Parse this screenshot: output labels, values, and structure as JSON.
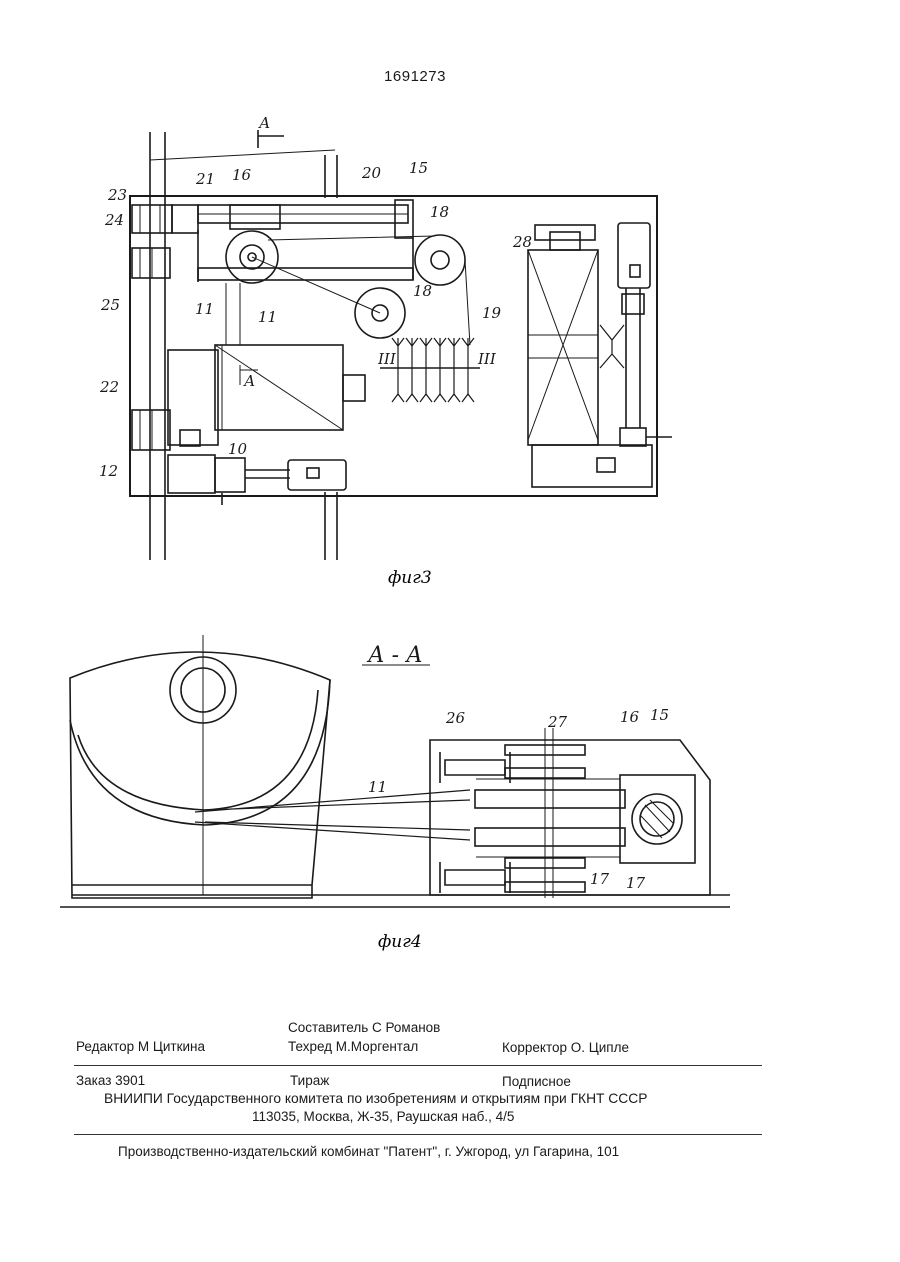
{
  "patent_number": "1691273",
  "figures": {
    "fig3": {
      "caption": "фиг3",
      "section_mark": "А",
      "inner_mark": "А",
      "labels": [
        "23",
        "24",
        "21",
        "16",
        "20",
        "15",
        "18",
        "18",
        "28",
        "25",
        "11",
        "11",
        "19",
        "22",
        "10",
        "12",
        "III",
        "III"
      ]
    },
    "fig4": {
      "caption": "фиг4",
      "section_title": "А - А",
      "labels": [
        "26",
        "27",
        "16",
        "15",
        "11",
        "17",
        "17"
      ]
    }
  },
  "imprint": {
    "compiler": "Составитель С Романов",
    "editor": "Редактор М Циткина",
    "techred": "Техред М.Моргентал",
    "corrector": "Корректор О. Ципле",
    "order": "Заказ 3901",
    "circulation": "Тираж",
    "subscription": "Подписное",
    "institute": "ВНИИПИ Государственного комитета по изобретениям и открытиям при ГКНТ СССР",
    "address": "113035, Москва, Ж-35, Раушская наб., 4/5",
    "publisher": "Производственно-издательский комбинат \"Патент\", г. Ужгород, ул Гагарина, 101"
  }
}
